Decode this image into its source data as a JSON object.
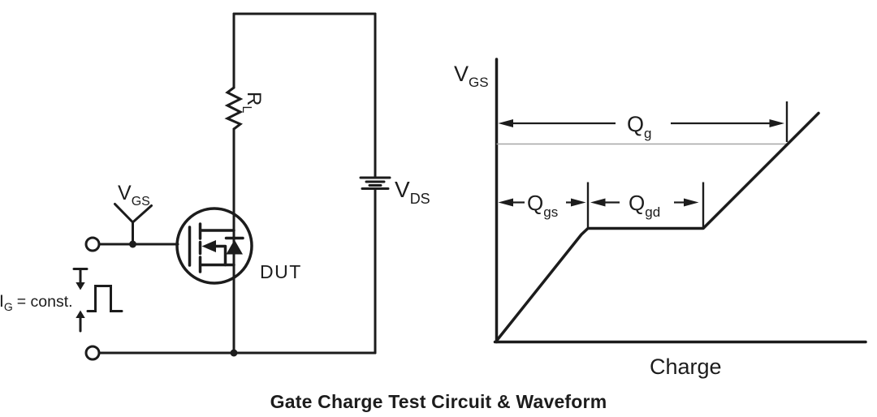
{
  "title": "Gate Charge Test Circuit & Waveform",
  "circuit": {
    "vgs_label": {
      "main": "V",
      "sub": "GS"
    },
    "ig_label": {
      "main": "I",
      "sub": "G",
      "rest": "= const."
    },
    "rl_label": {
      "main": "R",
      "sub": "L"
    },
    "vds_label": {
      "main": "V",
      "sub": "DS"
    },
    "dut_label": "DUT"
  },
  "waveform": {
    "y_axis_label": {
      "main": "V",
      "sub": "GS"
    },
    "x_axis_label": "Charge",
    "qg_label": {
      "main": "Q",
      "sub": "g"
    },
    "qgs_label": {
      "main": "Q",
      "sub": "gs"
    },
    "qgd_label": {
      "main": "Q",
      "sub": "gd"
    }
  },
  "colors": {
    "ink": "#1c1c1c",
    "gray_line": "#a6a6a6",
    "background": "#ffffff"
  }
}
